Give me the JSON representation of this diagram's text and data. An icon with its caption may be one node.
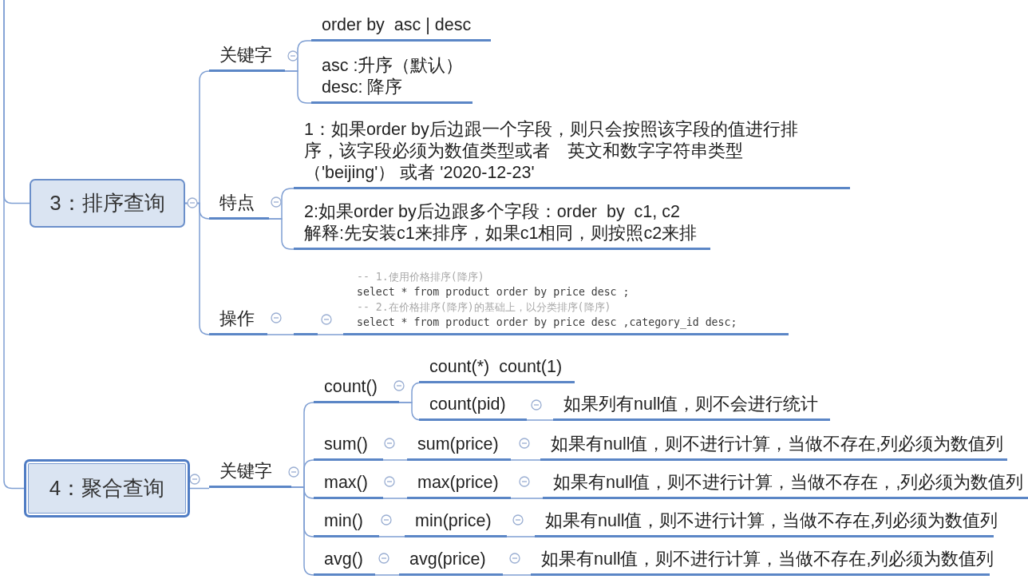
{
  "diagram": {
    "nodes": [
      {
        "text": [
          "3：排序查询"
        ]
      },
      {
        "text": [
          "关键字"
        ]
      },
      {
        "text": [
          "order by  asc | desc"
        ]
      },
      {
        "text": [
          "asc :升序（默认）",
          "desc: 降序"
        ]
      },
      {
        "text": [
          "特点"
        ]
      },
      {
        "text": [
          "1：如果order by后边跟一个字段，则只会按照该字段的值进行排序，该字段必须为数值类型或者　英文和数字字符串类型（'beijing'） 或者 '2020-12-23'"
        ]
      },
      {
        "text": [
          "2:如果order by后边跟多个字段：order  by  c1, c2",
          "解释:先安装c1来排序，如果c1相同，则按照c2来排"
        ]
      },
      {
        "text": [
          "操作"
        ]
      },
      {
        "text": [],
        "shape": "bar"
      },
      {
        "text": [
          "-- 1.使用价格排序(降序)",
          "select * from product order by price desc ;",
          "-- 2.在价格排序(降序)的基础上，以分类排序(降序)",
          "select * from product order by price desc ,category_id desc;"
        ]
      },
      {
        "text": [
          "4：聚合查询"
        ]
      },
      {
        "text": [
          "关键字"
        ]
      },
      {
        "text": [
          "count()"
        ]
      },
      {
        "text": [
          "count(*)  count(1)"
        ]
      },
      {
        "text": [
          "count(pid)"
        ]
      },
      {
        "text": [
          "如果列有null值，则不会进行统计"
        ]
      },
      {
        "text": [
          "sum()"
        ]
      },
      {
        "text": [
          "sum(price)"
        ]
      },
      {
        "text": [
          "如果有null值，则不进行计算，当做不存在,列必须为数值列"
        ]
      },
      {
        "text": [
          "max()"
        ]
      },
      {
        "text": [
          "max(price)"
        ]
      },
      {
        "text": [
          "如果有null值，则不进行计算，当做不存在，,列必须为数值列"
        ]
      },
      {
        "text": [
          "min()"
        ]
      },
      {
        "text": [
          "min(price)"
        ]
      },
      {
        "text": [
          "如果有null值，则不进行计算，当做不存在,列必须为数值列"
        ]
      },
      {
        "text": [
          "avg()"
        ]
      },
      {
        "text": [
          "avg(price)"
        ]
      },
      {
        "text": [
          "如果有null值，则不进行计算，当做不存在,列必须为数值列"
        ]
      }
    ],
    "edges": [
      {
        "from": null,
        "to": 0,
        "arrow": "none"
      },
      {
        "from": null,
        "to": 10,
        "arrow": "none"
      },
      {
        "from": 0,
        "to": 1,
        "arrow": "none"
      },
      {
        "from": 0,
        "to": 4,
        "arrow": "none"
      },
      {
        "from": 0,
        "to": 7,
        "arrow": "none"
      },
      {
        "from": 1,
        "to": 2,
        "arrow": "none"
      },
      {
        "from": 1,
        "to": 3,
        "arrow": "none"
      },
      {
        "from": 4,
        "to": 5,
        "arrow": "none"
      },
      {
        "from": 4,
        "to": 6,
        "arrow": "none"
      },
      {
        "from": 7,
        "to": 8,
        "arrow": "none"
      },
      {
        "from": 8,
        "to": 9,
        "arrow": "none"
      },
      {
        "from": 10,
        "to": 11,
        "arrow": "none"
      },
      {
        "from": 11,
        "to": 12,
        "arrow": "none"
      },
      {
        "from": 11,
        "to": 16,
        "arrow": "none"
      },
      {
        "from": 11,
        "to": 19,
        "arrow": "none"
      },
      {
        "from": 11,
        "to": 22,
        "arrow": "none"
      },
      {
        "from": 11,
        "to": 25,
        "arrow": "none"
      },
      {
        "from": 12,
        "to": 13,
        "arrow": "none"
      },
      {
        "from": 12,
        "to": 14,
        "arrow": "none"
      },
      {
        "from": 14,
        "to": 15,
        "arrow": "none"
      },
      {
        "from": 16,
        "to": 17,
        "arrow": "none"
      },
      {
        "from": 17,
        "to": 18,
        "arrow": "none"
      },
      {
        "from": 19,
        "to": 20,
        "arrow": "none"
      },
      {
        "from": 20,
        "to": 21,
        "arrow": "none"
      },
      {
        "from": 22,
        "to": 23,
        "arrow": "none"
      },
      {
        "from": 23,
        "to": 24,
        "arrow": "none"
      },
      {
        "from": 25,
        "to": 26,
        "arrow": "none"
      },
      {
        "from": 26,
        "to": 27,
        "arrow": "none"
      }
    ]
  }
}
